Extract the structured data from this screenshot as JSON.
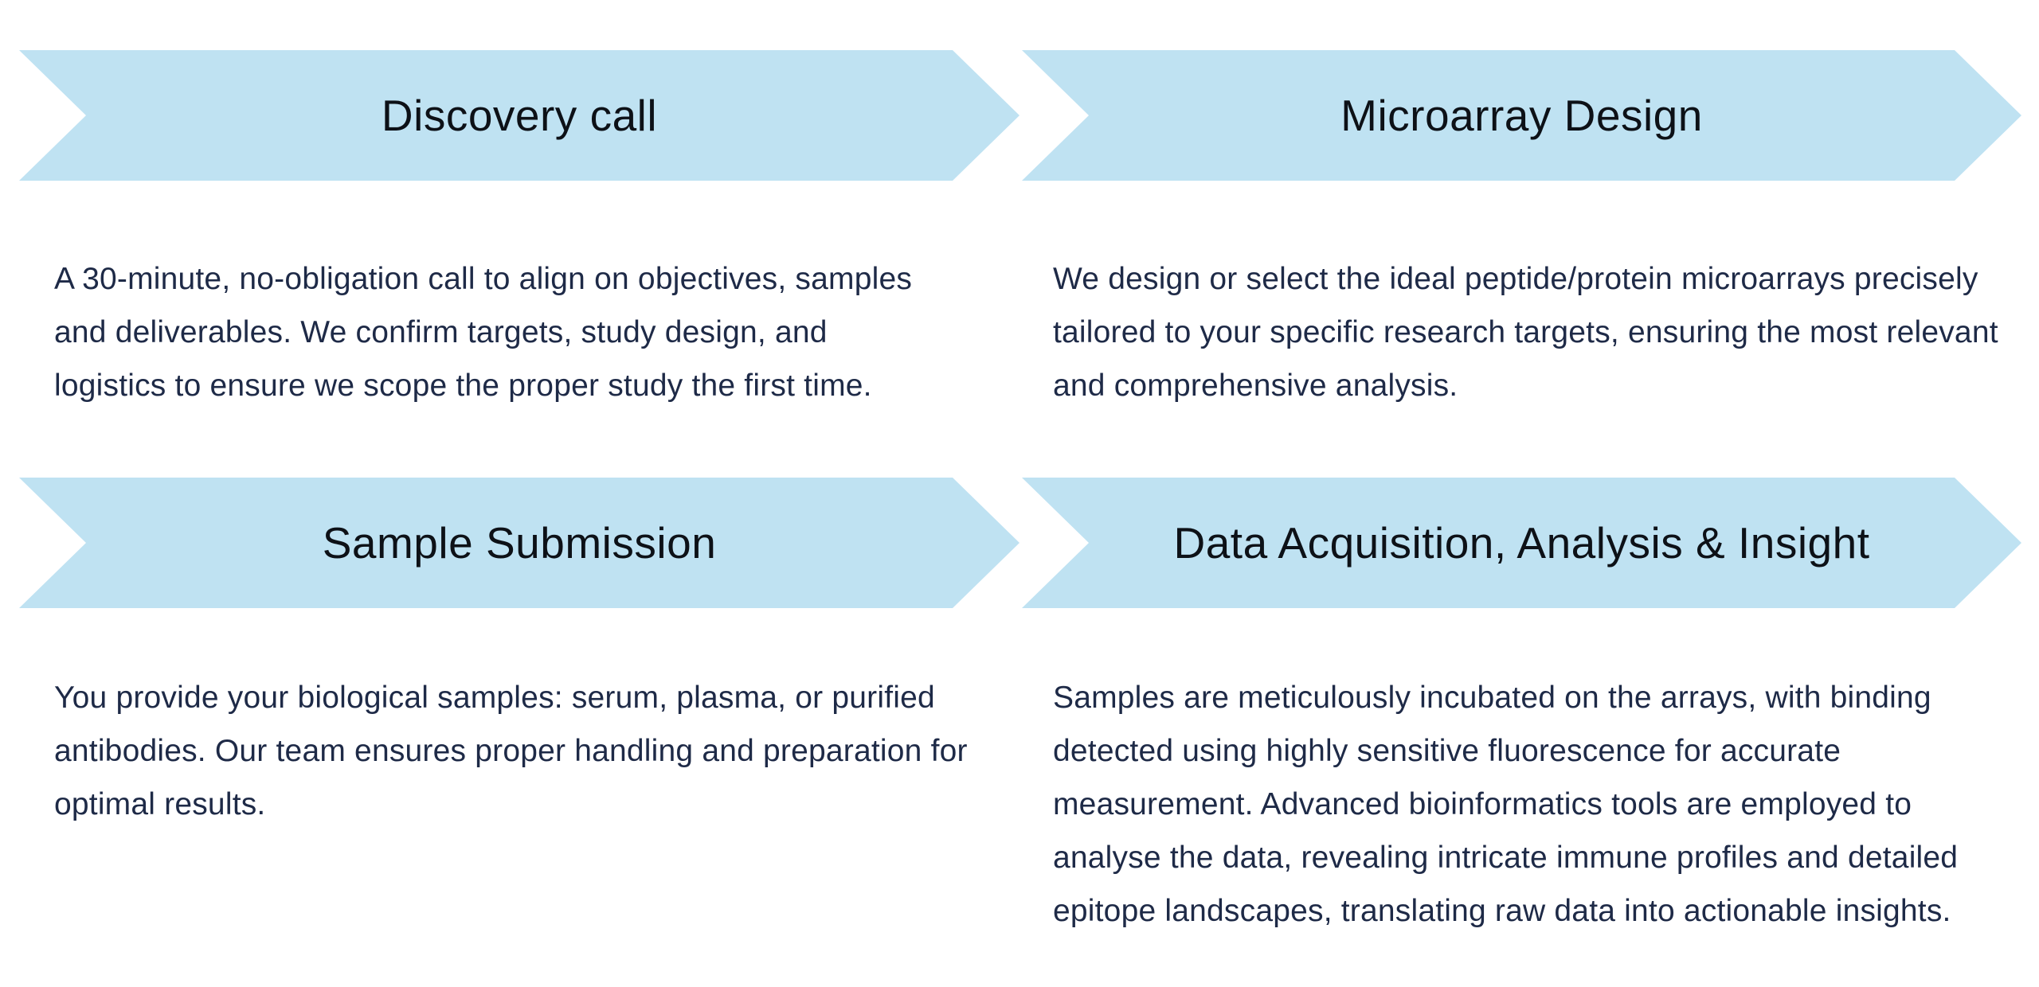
{
  "colors": {
    "background": "#ffffff",
    "arrow_fill": "#bfe2f2",
    "title_text": "#0d1117",
    "body_text": "#1e2a47"
  },
  "steps": [
    {
      "title": "Discovery call",
      "description": "A 30-minute, no-obligation call to align on objectives, samples and deliverables. We confirm targets, study design, and logistics to ensure we scope the proper study the first time."
    },
    {
      "title": "Microarray Design",
      "description": "We design or select the ideal peptide/protein microarrays precisely tailored to your specific research targets, ensuring the most relevant and comprehensive analysis."
    },
    {
      "title": "Sample Submission",
      "description": "You provide your biological samples: serum, plasma, or purified antibodies. Our team ensures proper handling and preparation for optimal results."
    },
    {
      "title": "Data Acquisition, Analysis & Insight",
      "description": "Samples are meticulously incubated on the arrays, with binding detected using highly sensitive fluorescence for accurate measurement. Advanced bioinformatics tools are employed to analyse the data, revealing intricate immune profiles and detailed epitope landscapes, translating raw data into actionable insights."
    }
  ]
}
